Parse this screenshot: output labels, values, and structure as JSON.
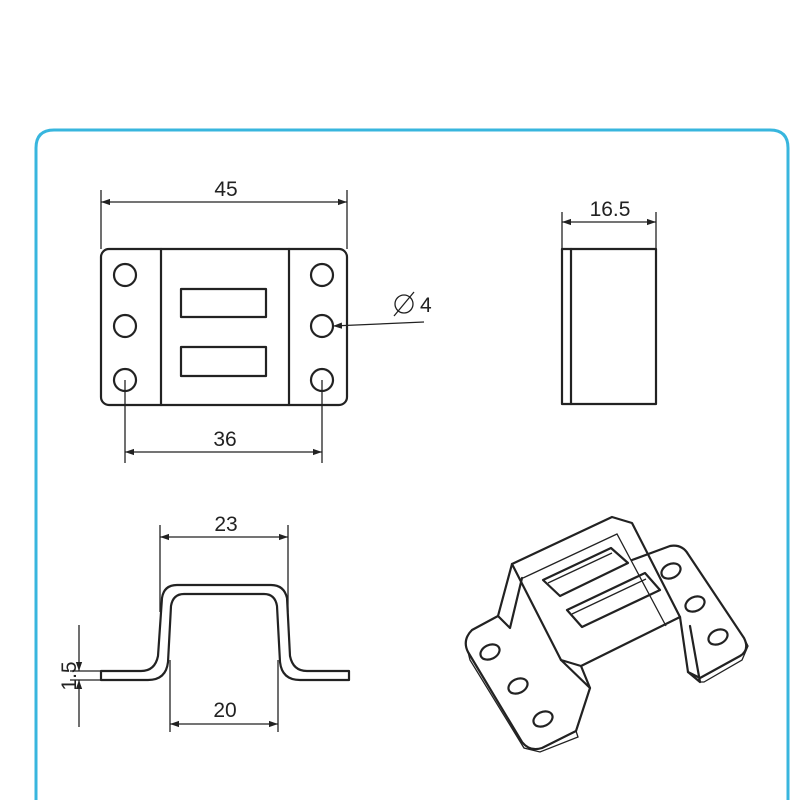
{
  "colors": {
    "frame": "#38b6de",
    "ink": "#222222",
    "background": "#ffffff"
  },
  "dimensions": {
    "overall_width": "45",
    "depth": "16.5",
    "hole_diameter": "4",
    "hole_spacing": "36",
    "outer_width": "23",
    "inner_width": "20",
    "thickness": "1.5"
  },
  "icons": {
    "diameter_symbol": "diameter-icon",
    "arrowhead": "arrow-icon"
  }
}
